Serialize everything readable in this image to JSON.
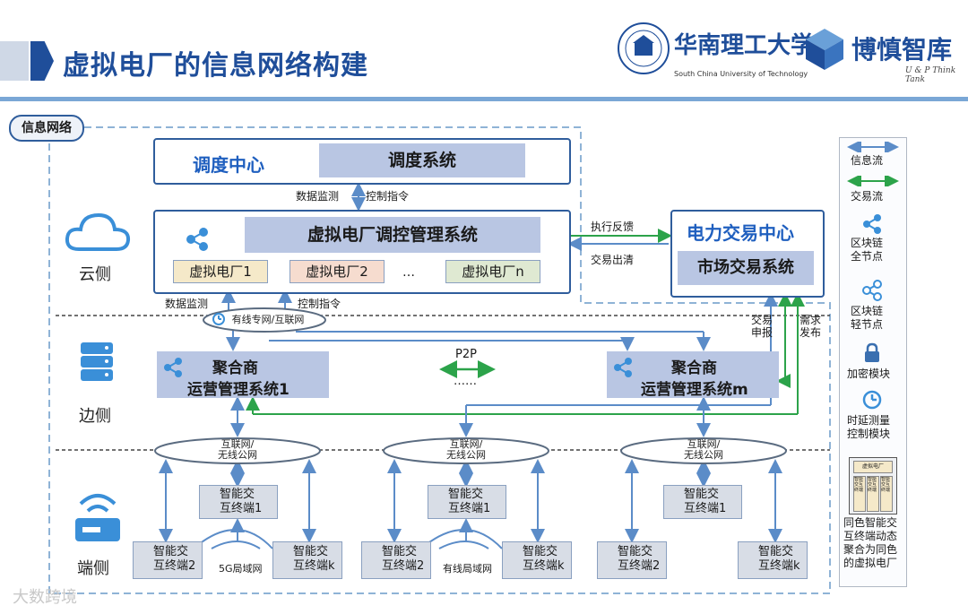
{
  "header": {
    "title": "虚拟电厂的信息网络构建",
    "university_name": "华南理工大学",
    "university_en": "South China University of Technology",
    "brand_name": "博慎智库",
    "brand_en": "U & P Think Tank"
  },
  "diagram": {
    "info_network_label": "信息网络",
    "tiers": {
      "cloud": "云侧",
      "edge": "边侧",
      "terminal": "端侧"
    },
    "dispatch": {
      "center": "调度中心",
      "system": "调度系统"
    },
    "labels": {
      "data_monitor": "数据监测",
      "control_cmd": "控制指令",
      "exec_feedback": "执行反馈",
      "trade_clear": "交易出清",
      "trade_report": "交易申报",
      "demand_publish": "需求发布",
      "p2p": "P2P",
      "dots": "……",
      "ellipsis": "…"
    },
    "vpp_mgmt": {
      "title": "虚拟电厂调控管理系统",
      "plants": [
        "虚拟电厂1",
        "虚拟电厂2",
        "虚拟电厂n"
      ]
    },
    "market": {
      "center": "电力交易中心",
      "system": "市场交易系统"
    },
    "aggregators": [
      {
        "line1": "聚合商",
        "line2": "运营管理系统1"
      },
      {
        "line1": "聚合商",
        "line2": "运营管理系统m"
      }
    ],
    "clouds": {
      "wired_private": "有线专网/互联网",
      "internet_wireless_1": "互联网/",
      "internet_wireless_2": "无线公网"
    },
    "terminals": {
      "prefix": "智能交",
      "t1": "互终端1",
      "t2": "互终端2",
      "tk": "互终端k"
    },
    "networks": {
      "lan5g": "5G局域网",
      "wired_lan": "有线局域网"
    }
  },
  "legend": {
    "info_flow": "信息流",
    "trade_flow": "交易流",
    "full_node": [
      "区块链",
      "全节点"
    ],
    "light_node": [
      "区块链",
      "轻节点"
    ],
    "encrypt": "加密模块",
    "latency": [
      "时延测量",
      "控制模块"
    ],
    "mini_vpp": "虚拟电厂",
    "mini_term": "智能交互终端",
    "aggregation_note": [
      "同色智能交",
      "互终端动态",
      "聚合为同色",
      "的虚拟电厂"
    ]
  },
  "watermark": "大数跨境",
  "colors": {
    "primary_blue": "#1f4e9a",
    "info_flow": "#5b8cc8",
    "trade_flow": "#2ca34a",
    "node_fill": "#3a8fd8",
    "box_shade": "#b9c6e3"
  }
}
